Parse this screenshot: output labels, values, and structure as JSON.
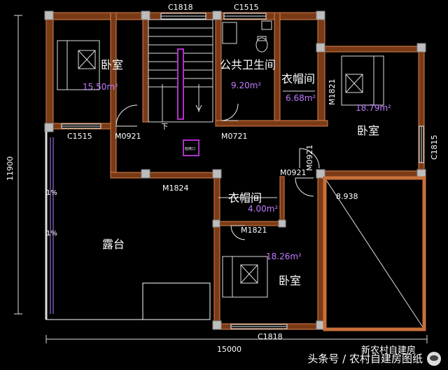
{
  "colors": {
    "wall": "#c9703a",
    "wall_fill": "#b25a2a",
    "line": "#ffffff",
    "text": "#ffffff",
    "area": "#c07cff",
    "purple": "#b030c8",
    "column": "#bdbdbd",
    "dim": "#ffffff"
  },
  "dimensions": {
    "height_label": "11900",
    "width_label": "15000"
  },
  "rooms": {
    "bedroom_nw": {
      "name": "卧室",
      "area": "15.50m²"
    },
    "public_bath": {
      "name": "公共卫生间",
      "area": "9.20m²"
    },
    "closet_north": {
      "name": "衣帽间",
      "area": "6.68m²"
    },
    "bedroom_ne": {
      "name": "卧室",
      "area": "18.79m²"
    },
    "terrace": {
      "name": "露台"
    },
    "closet_south": {
      "name": "衣帽间",
      "area": "4.00m²"
    },
    "bedroom_s": {
      "name": "卧室",
      "area": "18.26m²"
    }
  },
  "openings": {
    "c1818_top": "C1818",
    "c1515_top": "C1515",
    "c1515_left": "C1515",
    "m0921_a": "M0921",
    "m0721": "M0721",
    "m1821_vert": "M1821",
    "c1815": "C1815",
    "m0921_b": "M0921",
    "m0921_c": "M0921",
    "m1824": "M1824",
    "m1821_horiz": "M1821",
    "c1818_bottom": "C1818"
  },
  "misc": {
    "stair_down": "下",
    "slope_a": "1%",
    "slope_b": "1%",
    "roof_elev": "8.938",
    "hatch_label": "检修口"
  },
  "watermark": {
    "text": "头条号 / 农村自建房图纸",
    "overlay": "新农村自建房"
  }
}
